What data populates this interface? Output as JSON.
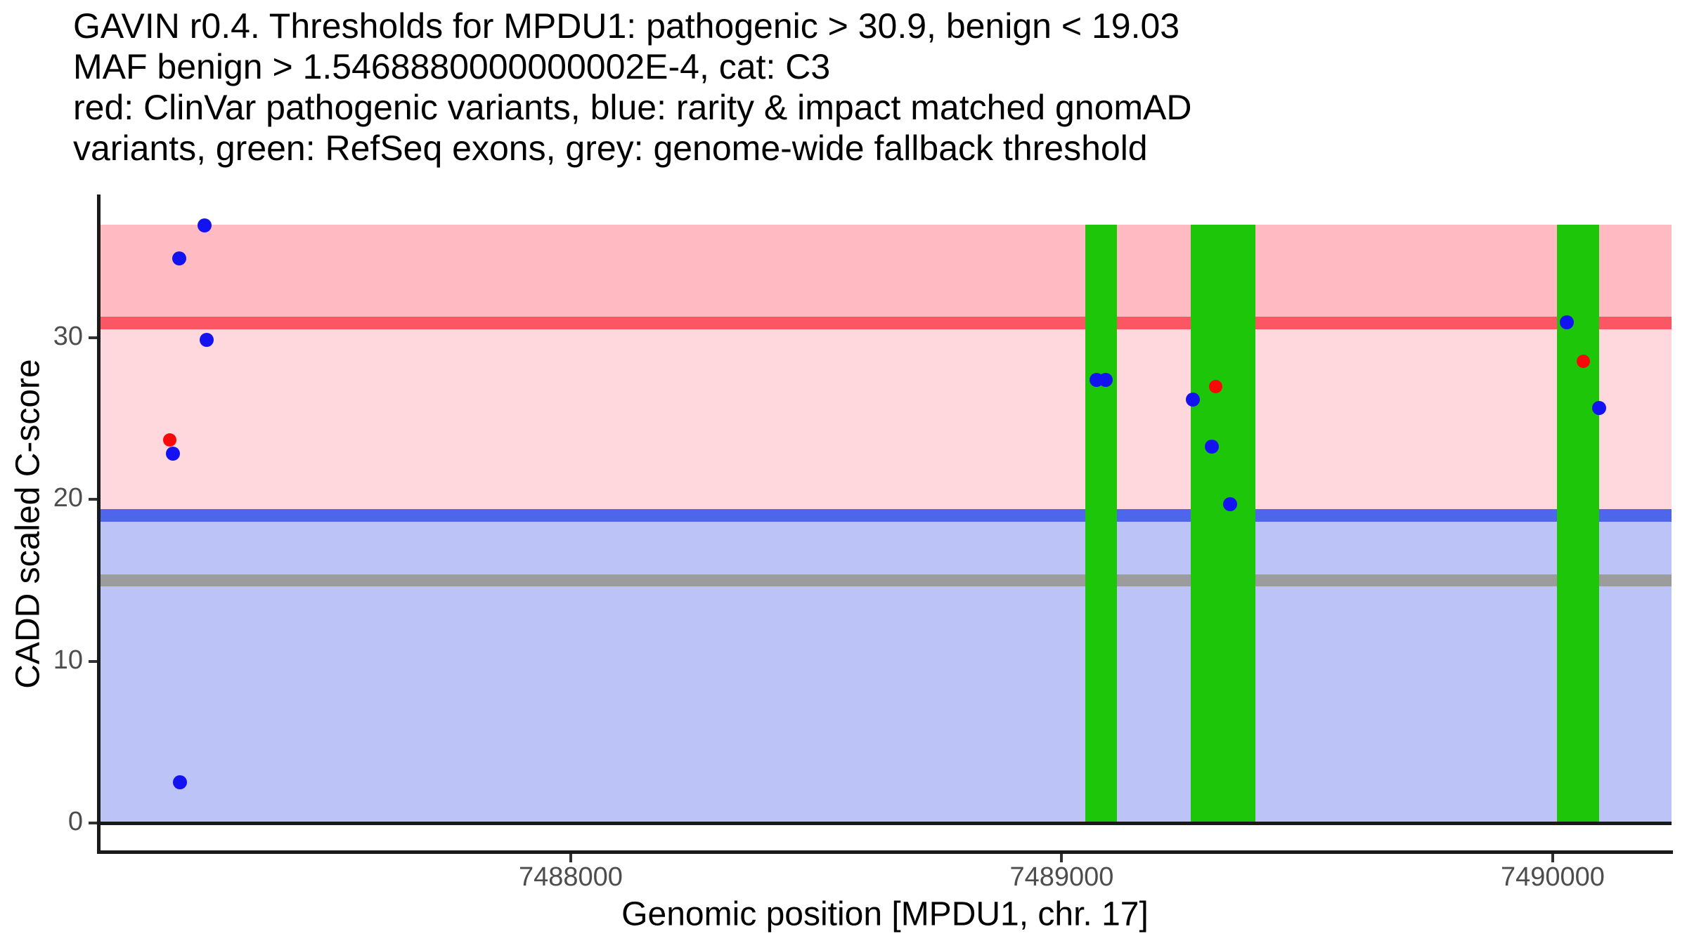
{
  "chart_data": {
    "type": "scatter",
    "tool": "GAVIN r0.4",
    "gene": "MPDU1",
    "chromosome": "17",
    "title_lines": [
      "GAVIN r0.4. Thresholds for MPDU1: pathogenic > 30.9, benign < 19.03",
      "MAF benign > 1.5468880000000002E-4, cat: C3",
      "red: ClinVar pathogenic variants, blue: rarity & impact matched gnomAD",
      "variants, green: RefSeq exons, grey: genome-wide fallback threshold"
    ],
    "xlabel": "Genomic position [MPDU1, chr. 17]",
    "ylabel": "CADD scaled C-score",
    "x_ticks": [
      7488000,
      7489000,
      7490000
    ],
    "y_ticks": [
      0,
      10,
      20,
      30
    ],
    "x_range": [
      7487038,
      7490242
    ],
    "y_range": [
      -1.85,
      38.85
    ],
    "grid": false,
    "legend": "none",
    "thresholds": {
      "pathogenic_gt": 30.9,
      "benign_lt": 19.03,
      "maf_benign_gt": "1.5468880000000002E-4",
      "category": "C3",
      "genome_wide_fallback": 15
    },
    "bands": [
      {
        "name": "pathogenic-zone",
        "from": 30.9,
        "to": 37.0,
        "color": "#ffbbc1"
      },
      {
        "name": "intermediate-zone",
        "from": 19.03,
        "to": 30.9,
        "color": "#ffd8dd"
      },
      {
        "name": "benign-zone",
        "from": 0,
        "to": 19.03,
        "color": "#bcc3f6"
      }
    ],
    "hlines": [
      {
        "name": "pathogenic-threshold",
        "y": 30.9,
        "color": "#fa5664",
        "thickness": 18
      },
      {
        "name": "benign-threshold",
        "y": 19.03,
        "color": "#4e66ec",
        "thickness": 18
      },
      {
        "name": "fallback-threshold",
        "y": 15,
        "color": "#9c9c9c",
        "thickness": 17
      },
      {
        "name": "zero-line",
        "y": 0,
        "color": "#1a1a1a",
        "thickness": 5
      }
    ],
    "exons": {
      "label": "RefSeq exons",
      "color": "#1ec60a",
      "ymin": 0,
      "ymax": 37.0,
      "regions": [
        {
          "start": 7489048,
          "end": 7489113
        },
        {
          "start": 7489263,
          "end": 7489394
        },
        {
          "start": 7490009,
          "end": 7490094
        }
      ]
    },
    "series": [
      {
        "name": "ClinVar pathogenic variants",
        "color": "#f80808",
        "radius": 9.5,
        "points": [
          {
            "x": 7487184,
            "y": 23.68
          },
          {
            "x": 7489314,
            "y": 26.98
          },
          {
            "x": 7490062,
            "y": 28.56
          }
        ]
      },
      {
        "name": "rarity & impact matched gnomAD variants",
        "color": "#1313f2",
        "radius": 10,
        "points": [
          {
            "x": 7487202,
            "y": 34.91
          },
          {
            "x": 7487204,
            "y": 2.55
          },
          {
            "x": 7487190,
            "y": 22.82
          },
          {
            "x": 7487254,
            "y": 36.95
          },
          {
            "x": 7487259,
            "y": 29.88
          },
          {
            "x": 7489071,
            "y": 27.4
          },
          {
            "x": 7489089,
            "y": 27.4
          },
          {
            "x": 7489267,
            "y": 26.17
          },
          {
            "x": 7489306,
            "y": 23.29
          },
          {
            "x": 7489343,
            "y": 19.73
          },
          {
            "x": 7490028,
            "y": 30.96
          },
          {
            "x": 7490095,
            "y": 25.66
          }
        ]
      }
    ]
  }
}
